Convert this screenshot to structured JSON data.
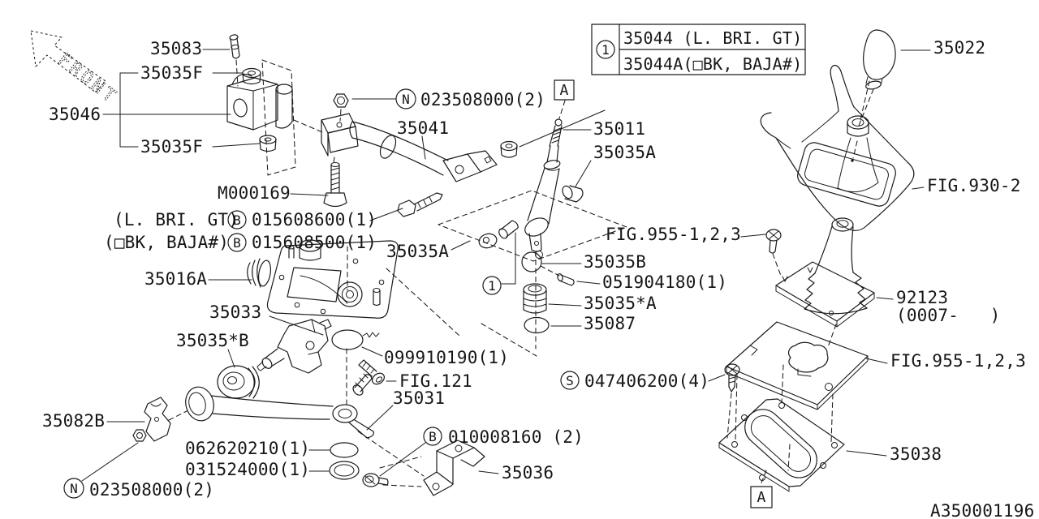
{
  "drawing": {
    "id": "A350001196",
    "front_label": "FRONT"
  },
  "ref_table": {
    "index": "1",
    "row1": "35044 (L. BRI. GT)",
    "row2": "35044A(□BK, BAJA#)"
  },
  "markers": {
    "a": "A",
    "index_1": "1",
    "n": "N",
    "b": "B",
    "s": "S"
  },
  "parts": {
    "pin_35083": "35083",
    "damper_35035f_upper": "35035F",
    "bracket_35046": "35046",
    "damper_35035f_lower": "35035F",
    "bolt_m000169": "M000169",
    "trim_gt": "(L. BRI. GT)",
    "bolt_015608600": "015608600(1)",
    "trim_bk": "(□BK, BAJA#)",
    "bolt_015608500": "015608500(1)",
    "plate_35016a": "35016A",
    "joint_35033": "35033",
    "bushing_35035_star_b": "35035*B",
    "plate_35082b": "35082B",
    "washer_062620210": "062620210(1)",
    "ring_031524000": "031524000(1)",
    "nut_023508000_lower": "023508000(2)",
    "grease_099910190": "099910190(1)",
    "fig_121": "FIG.121",
    "rod_35031": "35031",
    "bolt_010008160": "010008160 (2)",
    "bracket_35036": "35036",
    "screw_047406200": "047406200(4)",
    "nut_023508000_upper": "023508000(2)",
    "stay_35041": "35041",
    "lever_35011": "35011",
    "bushing_35035a_upper": "35035A",
    "bushing_35035a_lower": "35035A",
    "bushing_35035b": "35035B",
    "pin_051904180": "051904180(1)",
    "boot_35035_star_a": "35035*A",
    "spacer_35087": "35087",
    "fig_955_upper": "FIG.955-1,2,3",
    "knob_35022": "35022",
    "fig_930_2": "FIG.930-2",
    "boot_92123": "92123",
    "boot_92123_note": "(0007-   )",
    "fig_955_lower": "FIG.955-1,2,3",
    "plate_35038": "35038"
  }
}
